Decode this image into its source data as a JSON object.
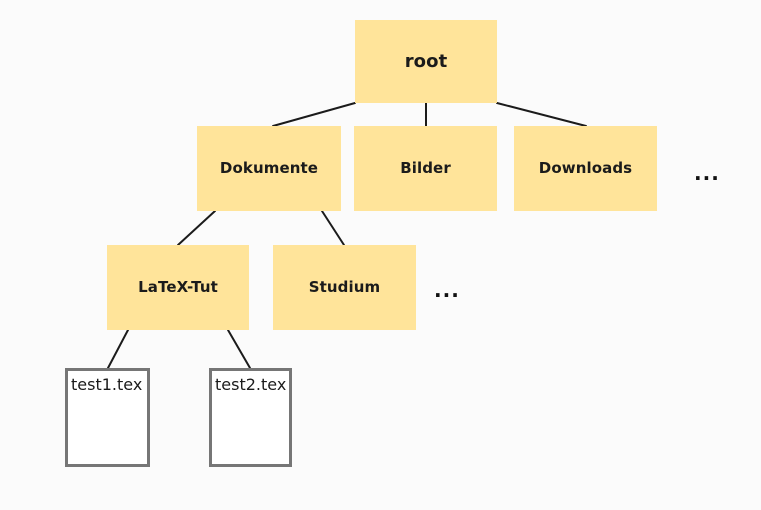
{
  "diagram": {
    "type": "directory-tree",
    "background_color": "#fbfbfb",
    "folder_color": "#ffe49a",
    "file_fill_color": "#ffffff",
    "file_border_color": "#767676",
    "edge_color": "#1b1b1b",
    "nodes": {
      "root": {
        "label": "root",
        "kind": "folder"
      },
      "dokumente": {
        "label": "Dokumente",
        "kind": "folder"
      },
      "bilder": {
        "label": "Bilder",
        "kind": "folder"
      },
      "downloads": {
        "label": "Downloads",
        "kind": "folder"
      },
      "latex_tut": {
        "label": "LaTeX-Tut",
        "kind": "folder"
      },
      "studium": {
        "label": "Studium",
        "kind": "folder"
      },
      "test1": {
        "label": "test1.tex",
        "kind": "file"
      },
      "test2": {
        "label": "test2.tex",
        "kind": "file"
      }
    },
    "ellipses": {
      "level2": "...",
      "level3": "..."
    }
  }
}
